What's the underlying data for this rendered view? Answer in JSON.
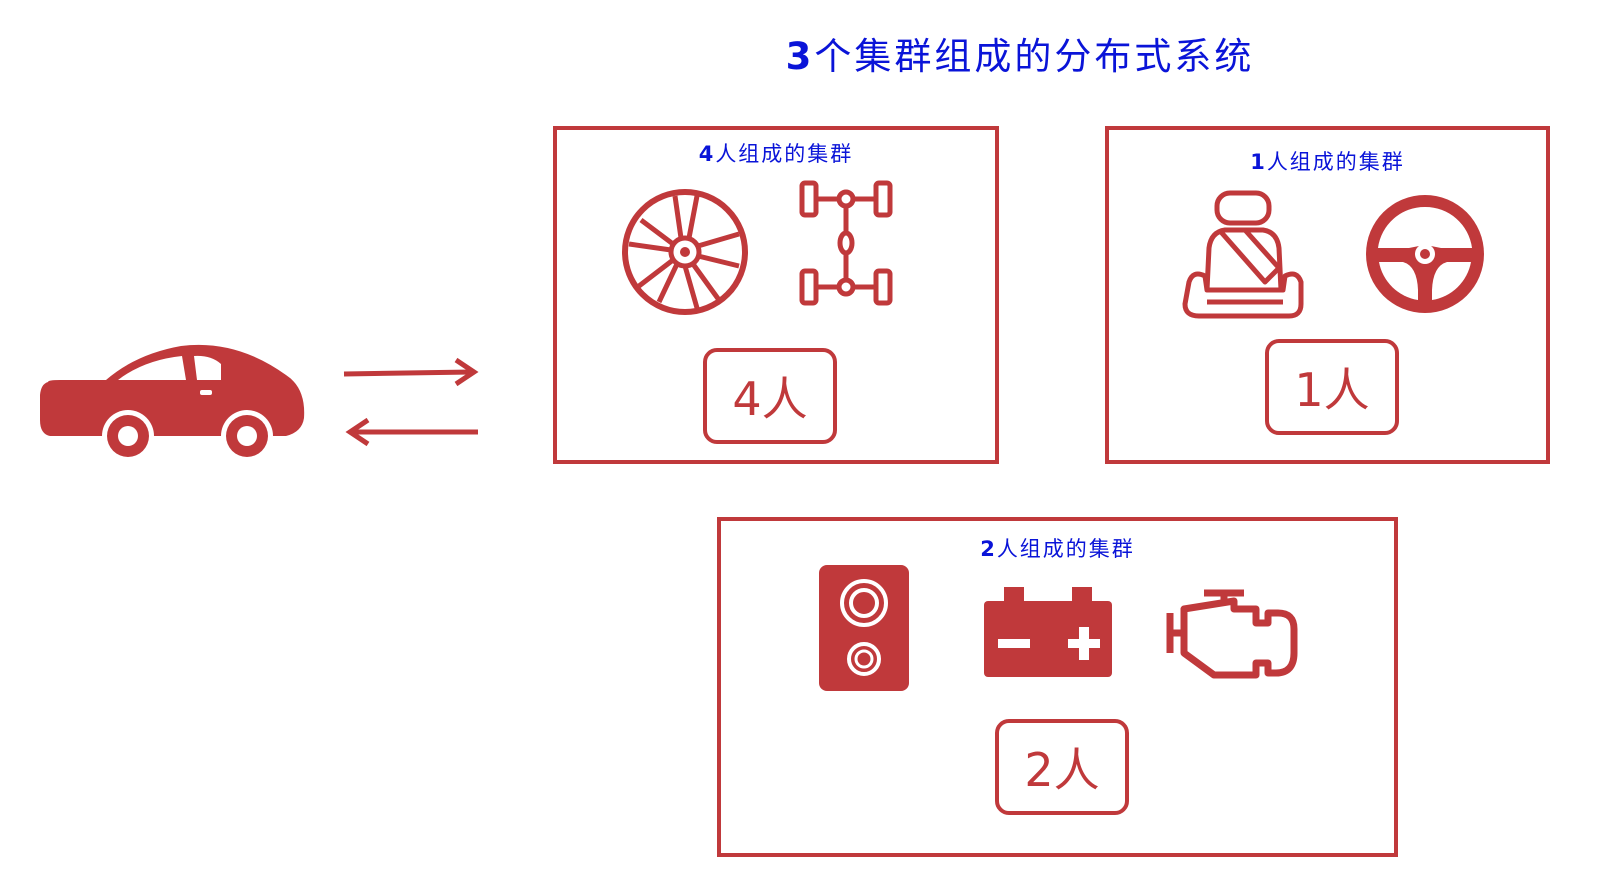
{
  "title": {
    "number": "3",
    "text": "个集群组成的分布式系统"
  },
  "colors": {
    "accent": "#c0393b",
    "title_blue": "#0a14d8"
  },
  "car_icon": "car-icon",
  "clusters": {
    "four": {
      "title_number": "4",
      "title_text": "人组成的集群",
      "count_label": "4人",
      "icons": [
        "wheel-icon",
        "chassis-icon"
      ]
    },
    "one": {
      "title_number": "1",
      "title_text": "人组成的集群",
      "count_label": "1人",
      "icons": [
        "car-seat-icon",
        "steering-wheel-icon"
      ]
    },
    "two": {
      "title_number": "2",
      "title_text": "人组成的集群",
      "count_label": "2人",
      "icons": [
        "speaker-icon",
        "battery-icon",
        "engine-icon"
      ]
    }
  }
}
